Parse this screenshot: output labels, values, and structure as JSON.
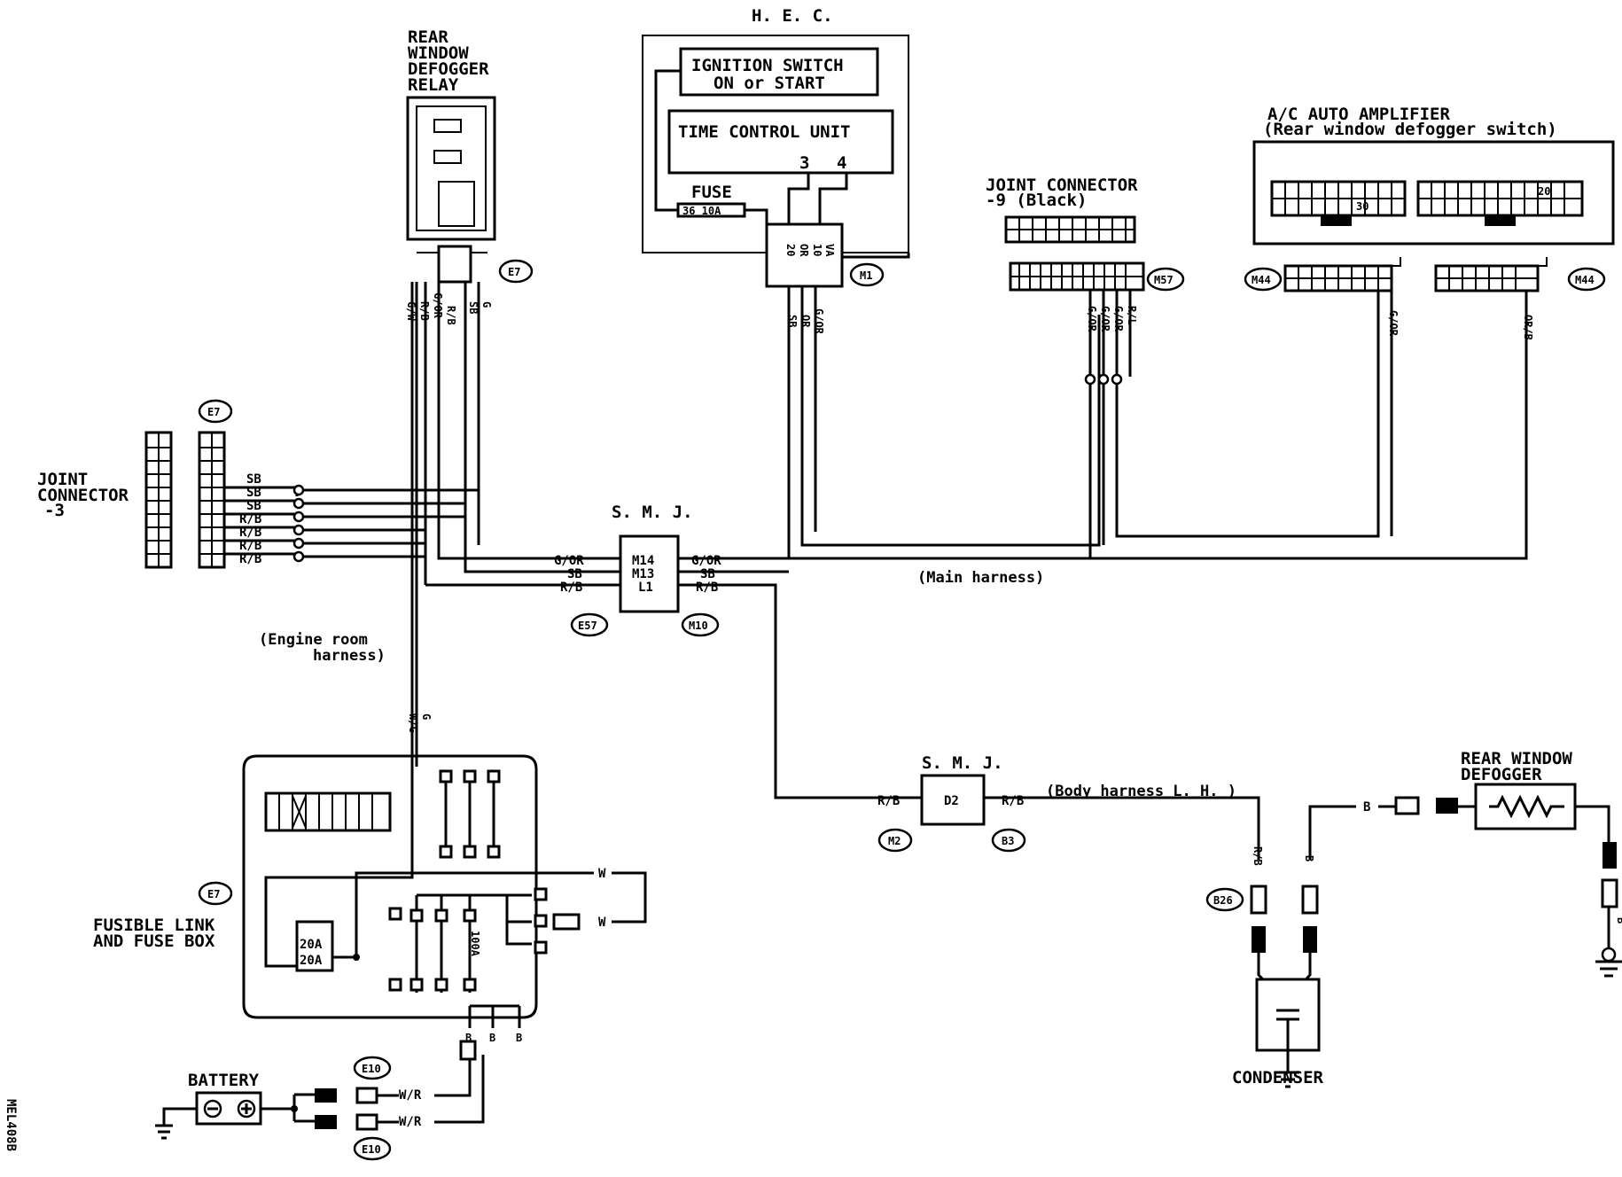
{
  "labels": {
    "hec": "H. E. C.",
    "ign1": "IGNITION SWITCH",
    "ign2": "ON or START",
    "tcu": "TIME CONTROL UNIT",
    "pin3": "3",
    "pin4": "4",
    "fuse": "FUSE",
    "fuse_val": "36 10A",
    "relay1": "REAR",
    "relay2": "WINDOW",
    "relay3": "DEFOGGER",
    "relay4": "RELAY",
    "jc9a": "JOINT CONNECTOR",
    "jc9b": "-9 (Black)",
    "amp1": "A/C AUTO AMPLIFIER",
    "amp2": "(Rear window defogger switch)",
    "jc3a": "JOINT",
    "jc3b": "CONNECTOR",
    "jc3c": "-3",
    "smj": "S. M. J.",
    "engine1": "(Engine room",
    "engine2": "harness)",
    "main": "(Main harness)",
    "body": "(Body harness L. H. )",
    "fl1": "FUSIBLE LINK",
    "fl2": "AND FUSE BOX",
    "battery": "BATTERY",
    "condenser": "CONDENSER",
    "defog1": "REAR WINDOW",
    "defog2": "DEFOGGER",
    "code": "MEL408B",
    "fuse20a": "20A",
    "fuse20b": "20A",
    "fuse100": "100A"
  },
  "tags": {
    "e7a": "E7",
    "e7b": "E7",
    "e7c": "E7",
    "m1": "M1",
    "m57": "M57",
    "m44a": "M44",
    "m44b": "M44",
    "e57": "E57",
    "m10": "M10",
    "m2": "M2",
    "b3": "B3",
    "b26": "B26",
    "e10a": "E10",
    "e10b": "E10"
  },
  "smj1": {
    "m14": "M14",
    "m13": "M13",
    "l1": "L1"
  },
  "smj2": {
    "d2": "D2"
  },
  "wires": {
    "relay_gw": "G/W",
    "relay_gor": "G/OR",
    "relay_rb1": "R/B",
    "relay_rb2": "R/B",
    "relay_sb": "SB",
    "relay_g": "G",
    "jc_sb1": "SB",
    "jc_sb2": "SB",
    "jc_sb3": "SB",
    "jc_rb1": "R/B",
    "jc_rb2": "R/B",
    "jc_rb3": "R/B",
    "jc_rb4": "R/B",
    "smj_gor_l": "G/OR",
    "smj_sb_l": "SB",
    "smj_rb_l": "R/B",
    "smj_gor_r": "G/OR",
    "smj_sb_r": "SB",
    "smj_rb_r": "R/B",
    "hec_sb": "SB",
    "hec_or": "OR",
    "hec_gor": "G/OR",
    "m1_pin_a": "20",
    "m1_pin_b": "OR",
    "m1_pin_c": "10",
    "m1_pin_d": "VA",
    "j9_gor1": "G/OR",
    "j9_gor2": "G/OR",
    "j9_gor3": "G/OR",
    "j9_rl": "R/L",
    "amp_gor": "G/OR",
    "amp_orb": "OR/B",
    "fl_wg": "W/G",
    "fl_g": "G",
    "fl_w1": "W",
    "fl_w2": "W",
    "fl_b1": "B",
    "fl_b2": "B",
    "fl_b3": "B",
    "bat_wr1": "W/R",
    "bat_wr2": "W/R",
    "d2_rb_l": "R/B",
    "d2_rb_r": "R/B",
    "b26_rb": "R/B",
    "b26_b": "B",
    "def_b1": "B",
    "def_b2": "B",
    "amp_pin_a": "30",
    "amp_pin_b": "20"
  }
}
